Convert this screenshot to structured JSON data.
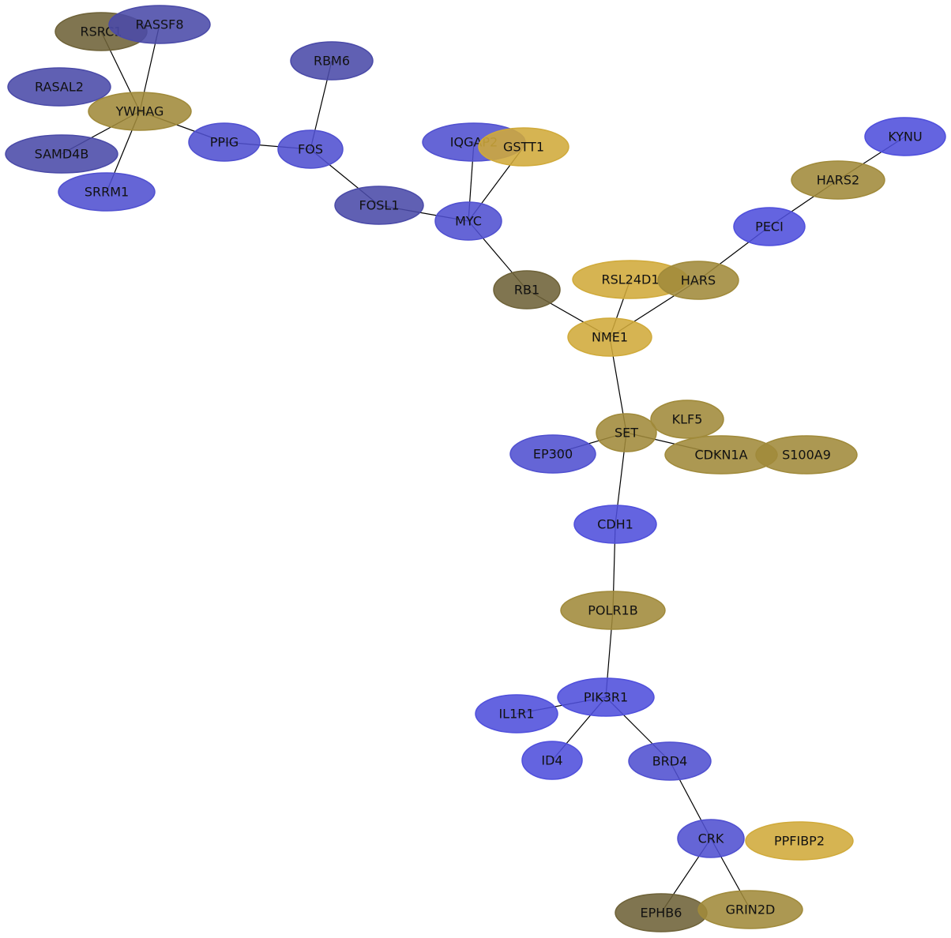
{
  "colors": {
    "blue": "#5050d0",
    "blue_bright": "#4f4fdc",
    "blue_dark": "#4a4aa8",
    "gold": "#a08a3a",
    "gold_light": "#d0aa3a",
    "olive_dark": "#6e6238"
  },
  "nodes": [
    {
      "id": "RSRC1",
      "label": "RSRC1",
      "color": "olive_dark"
    },
    {
      "id": "RASSF8",
      "label": "RASSF8",
      "color": "blue_dark"
    },
    {
      "id": "RBM6",
      "label": "RBM6",
      "color": "blue_dark"
    },
    {
      "id": "RASAL2",
      "label": "RASAL2",
      "color": "blue_dark"
    },
    {
      "id": "YWHAG",
      "label": "YWHAG",
      "color": "gold"
    },
    {
      "id": "PPIG",
      "label": "PPIG",
      "color": "blue"
    },
    {
      "id": "FOS",
      "label": "FOS",
      "color": "blue"
    },
    {
      "id": "SAMD4B",
      "label": "SAMD4B",
      "color": "blue_dark"
    },
    {
      "id": "SRRM1",
      "label": "SRRM1",
      "color": "blue"
    },
    {
      "id": "IQGAP2",
      "label": "IQGAP2",
      "color": "blue"
    },
    {
      "id": "GSTT1",
      "label": "GSTT1",
      "color": "gold_light"
    },
    {
      "id": "KYNU",
      "label": "KYNU",
      "color": "blue_bright"
    },
    {
      "id": "HARS2",
      "label": "HARS2",
      "color": "gold"
    },
    {
      "id": "FOSL1",
      "label": "FOSL1",
      "color": "blue_dark"
    },
    {
      "id": "MYC",
      "label": "MYC",
      "color": "blue"
    },
    {
      "id": "PECI",
      "label": "PECI",
      "color": "blue_bright"
    },
    {
      "id": "RSL24D1",
      "label": "RSL24D1",
      "color": "gold_light"
    },
    {
      "id": "HARS",
      "label": "HARS",
      "color": "gold"
    },
    {
      "id": "RB1",
      "label": "RB1",
      "color": "olive_dark"
    },
    {
      "id": "NME1",
      "label": "NME1",
      "color": "gold_light"
    },
    {
      "id": "KLF5",
      "label": "KLF5",
      "color": "gold"
    },
    {
      "id": "SET",
      "label": "SET",
      "color": "gold"
    },
    {
      "id": "EP300",
      "label": "EP300",
      "color": "blue"
    },
    {
      "id": "CDKN1A",
      "label": "CDKN1A",
      "color": "gold"
    },
    {
      "id": "S100A9",
      "label": "S100A9",
      "color": "gold"
    },
    {
      "id": "CDH1",
      "label": "CDH1",
      "color": "blue_bright"
    },
    {
      "id": "POLR1B",
      "label": "POLR1B",
      "color": "gold"
    },
    {
      "id": "PIK3R1",
      "label": "PIK3R1",
      "color": "blue_bright"
    },
    {
      "id": "IL1R1",
      "label": "IL1R1",
      "color": "blue_bright"
    },
    {
      "id": "ID4",
      "label": "ID4",
      "color": "blue_bright"
    },
    {
      "id": "BRD4",
      "label": "BRD4",
      "color": "blue"
    },
    {
      "id": "CRK",
      "label": "CRK",
      "color": "blue"
    },
    {
      "id": "PPFIBP2",
      "label": "PPFIBP2",
      "color": "gold_light"
    },
    {
      "id": "EPHB6",
      "label": "EPHB6",
      "color": "olive_dark"
    },
    {
      "id": "GRIN2D",
      "label": "GRIN2D",
      "color": "gold"
    }
  ],
  "edges": [
    [
      "RSRC1",
      "YWHAG"
    ],
    [
      "RASSF8",
      "YWHAG"
    ],
    [
      "SAMD4B",
      "YWHAG"
    ],
    [
      "SRRM1",
      "YWHAG"
    ],
    [
      "YWHAG",
      "PPIG"
    ],
    [
      "PPIG",
      "FOS"
    ],
    [
      "RBM6",
      "FOS"
    ],
    [
      "FOS",
      "FOSL1"
    ],
    [
      "FOSL1",
      "MYC"
    ],
    [
      "IQGAP2",
      "MYC"
    ],
    [
      "GSTT1",
      "MYC"
    ],
    [
      "MYC",
      "RB1"
    ],
    [
      "RB1",
      "NME1"
    ],
    [
      "RSL24D1",
      "NME1"
    ],
    [
      "HARS",
      "NME1"
    ],
    [
      "HARS",
      "PECI"
    ],
    [
      "PECI",
      "HARS2"
    ],
    [
      "HARS2",
      "KYNU"
    ],
    [
      "NME1",
      "SET"
    ],
    [
      "SET",
      "EP300"
    ],
    [
      "SET",
      "CDKN1A"
    ],
    [
      "SET",
      "CDH1"
    ],
    [
      "CDH1",
      "POLR1B"
    ],
    [
      "POLR1B",
      "PIK3R1"
    ],
    [
      "PIK3R1",
      "IL1R1"
    ],
    [
      "PIK3R1",
      "ID4"
    ],
    [
      "PIK3R1",
      "BRD4"
    ],
    [
      "BRD4",
      "CRK"
    ],
    [
      "CRK",
      "EPHB6"
    ],
    [
      "CRK",
      "GRIN2D"
    ]
  ]
}
